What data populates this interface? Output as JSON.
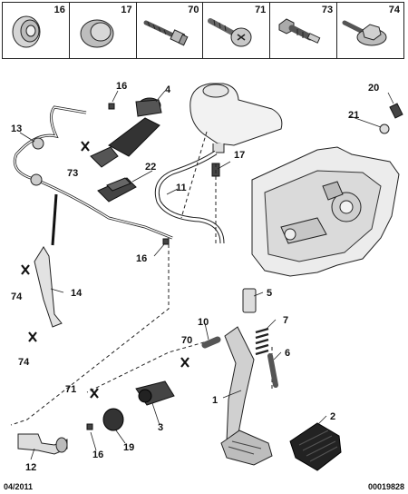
{
  "legend": {
    "items": [
      {
        "ref": "16",
        "icon": "grommet-icon"
      },
      {
        "ref": "17",
        "icon": "cap-icon"
      },
      {
        "ref": "70",
        "icon": "bolt-icon"
      },
      {
        "ref": "71",
        "icon": "torx-screw-icon"
      },
      {
        "ref": "73",
        "icon": "hex-bolt-icon"
      },
      {
        "ref": "74",
        "icon": "flange-nut-icon"
      }
    ]
  },
  "callouts": {
    "c1": "1",
    "c2": "2",
    "c3": "3",
    "c4": "4",
    "c5": "5",
    "c6": "6",
    "c7": "7",
    "c10": "10",
    "c11": "11",
    "c12": "12",
    "c13": "13",
    "c14": "14",
    "c16a": "16",
    "c16b": "16",
    "c16c": "16",
    "c17": "17",
    "c19": "19",
    "c20": "20",
    "c21": "21",
    "c22": "22",
    "c70": "70",
    "c71": "71",
    "c73": "73",
    "c74a": "74",
    "c74b": "74"
  },
  "footer": {
    "date": "04/2011",
    "code": "00019828"
  }
}
